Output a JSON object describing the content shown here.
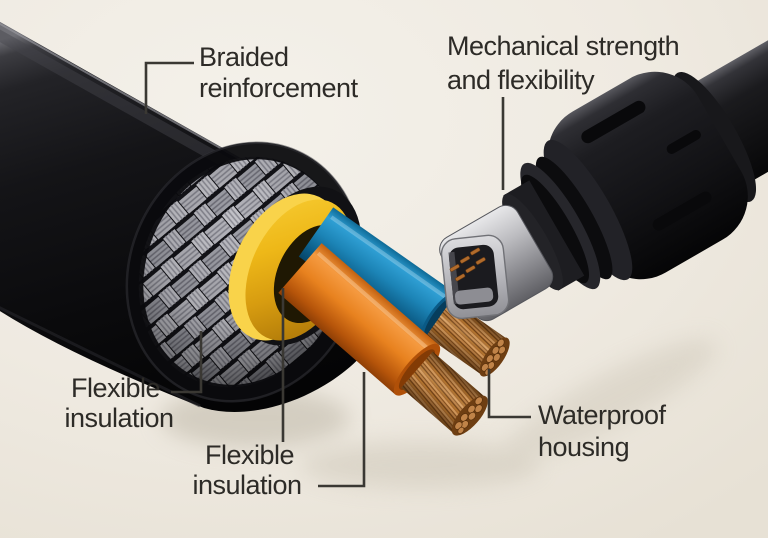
{
  "figure_type": "cable cutaway illustration",
  "labels": {
    "braided_reinforcement": {
      "lines": [
        "Braided",
        "reinforcement"
      ]
    },
    "mechanical_strength": {
      "lines": [
        "Mechanical strength",
        "and flexibility"
      ]
    },
    "flexible_insulation_left": {
      "lines": [
        "Flexible",
        "insulation"
      ]
    },
    "flexible_insulation_bottom": {
      "lines": [
        "Flexible",
        "insulation"
      ]
    },
    "waterproof_housing": {
      "lines": [
        "Waterproof",
        "housing"
      ]
    }
  },
  "palette": {
    "background": "#efeae1",
    "text": "#2d2b27",
    "leader_line": "#3a3833",
    "cable_jacket_black": "#121214",
    "braid_silver": "#b4b4bb",
    "inner_sheath": "#111114",
    "insulation_yellow": "#eeb818",
    "wire_blue": "#1c84b6",
    "wire_orange": "#e8821f",
    "copper": "#b5762f",
    "connector_black": "#1b1b1e",
    "plug_silver": "#bcbcc0",
    "plug_pins_copper": "#b06b2c"
  },
  "parts": [
    "outer jacket",
    "braided shield",
    "inner sheath",
    "yellow insulation",
    "blue insulated wire",
    "orange insulated wire",
    "copper strands",
    "waterproof connector housing",
    "metal plug",
    "connector cable"
  ]
}
